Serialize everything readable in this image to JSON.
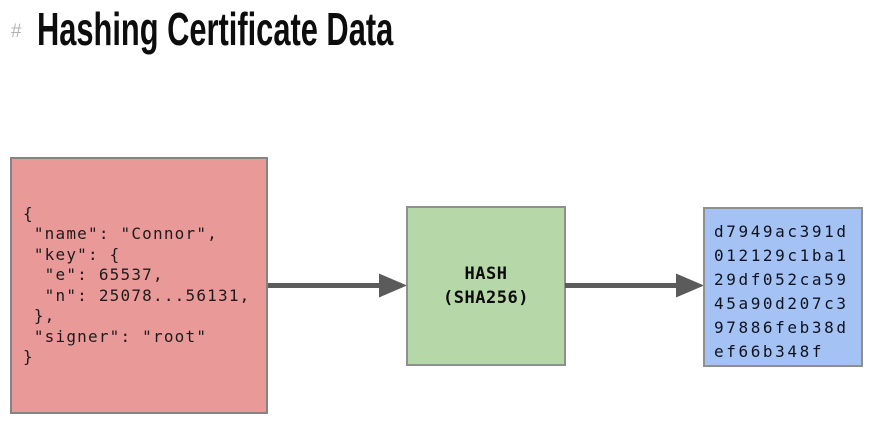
{
  "header": {
    "marker": "#",
    "title": "Hashing Certificate Data"
  },
  "diagram": {
    "certificate": {
      "json_text": "{\n \"name\": \"Connor\",\n \"key\": {\n  \"e\": 65537,\n  \"n\": 25078...56131,\n },\n \"signer\": \"root\"\n}"
    },
    "hash_function": {
      "name": "HASH",
      "algorithm": "(SHA256)"
    },
    "hash_output": {
      "value": "d7949ac391d012129c1ba129df052ca5945a90d207c397886feb38def66b348f",
      "chars_per_line": 11
    },
    "colors": {
      "certificate_fill": "#ea9999",
      "hash_function_fill": "#b6d7a8",
      "hash_output_fill": "#a4c2f4",
      "box_border": "#848484",
      "arrow": "#5b5b5b",
      "title_text": "#0d0d0d",
      "marker_text": "#b3b3b3"
    }
  }
}
